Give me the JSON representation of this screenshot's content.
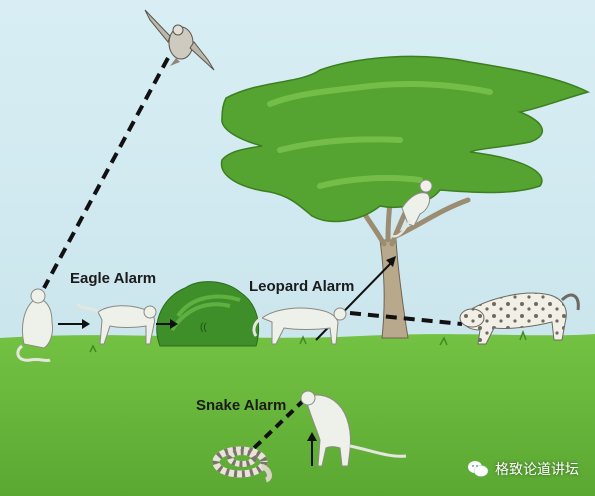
{
  "labels": {
    "eagle": "Eagle Alarm",
    "leopard": "Leopard Alarm",
    "snake": "Snake Alarm"
  },
  "watermark": {
    "text": "格致论道讲坛",
    "icon": "wechat-icon"
  },
  "colors": {
    "sky": "#cfe8ef",
    "grass": "#64b83a",
    "foliage": "#4f9a2c",
    "monkey": "#eef0ea"
  }
}
